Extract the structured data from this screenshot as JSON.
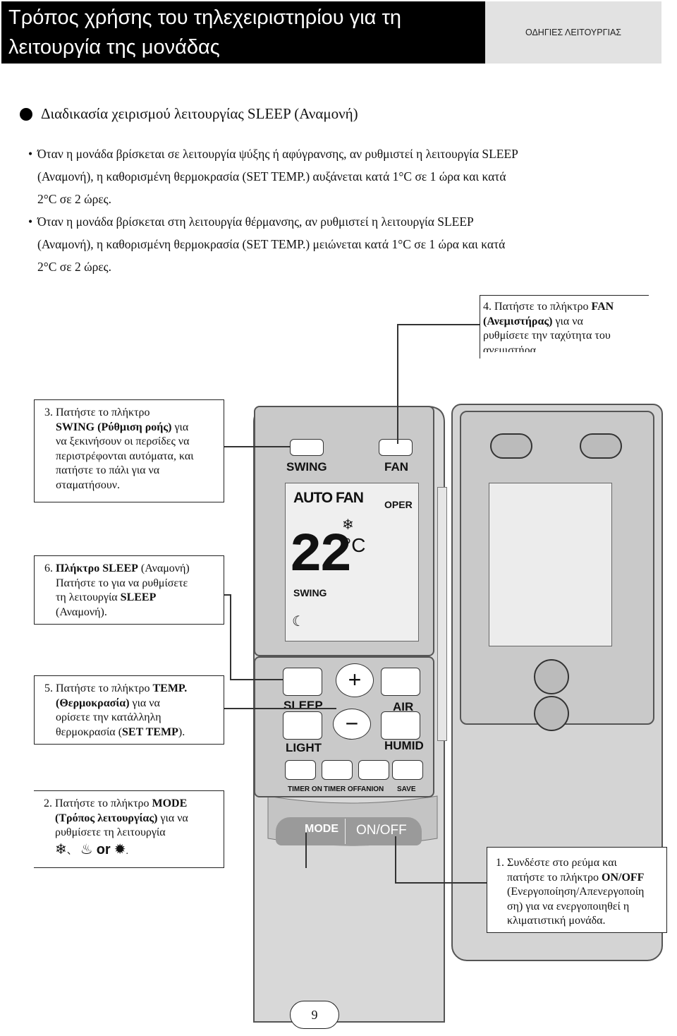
{
  "header": {
    "title_line1": "Τρόπος χρήσης του τηλεχειριστηρίου για τη",
    "title_line2": "λειτουργία της μονάδας",
    "section_tag": "ΟΔΗΓΙΕΣ ΛΕΙΤΟΥΡΓΙΑΣ"
  },
  "section": {
    "title": "Διαδικασία χειρισμού λειτουργίας SLEEP (Αναμονή)",
    "para1": [
      "Όταν η μονάδα βρίσκεται σε λειτουργία ψύξης ή αφύγρανσης, αν ρυθμιστεί η λειτουργία SLEEP",
      "(Αναμονή), η καθορισμένη θερμοκρασία (SET TEMP.) αυξάνεται κατά 1°C σε 1 ώρα και κατά",
      "2°C σε 2 ώρες."
    ],
    "para2": [
      "Όταν η μονάδα βρίσκεται στη λειτουργία θέρμανσης, αν ρυθμιστεί η λειτουργία SLEEP",
      "(Αναμονή), η καθορισμένη θερμοκρασία (SET TEMP.) μειώνεται κατά 1°C σε 1 ώρα και κατά",
      "2°C σε 2 ώρες."
    ]
  },
  "callouts": {
    "c4": {
      "num": "4.",
      "t1": "Πατήστε το πλήκτρο ",
      "b1": "FAN",
      "b2": "(Ανεμιστήρας)",
      "t2": " για να",
      "l3": "ρυθμίσετε την ταχύτητα του",
      "l4": "ανεμιστήρα."
    },
    "c3": {
      "num": "3.",
      "t1": "Πατήστε το πλήκτρο",
      "b1": "SWING (Ρύθμιση ροής)",
      "t2": " για",
      "l3": "να ξεκινήσουν οι περσίδες να",
      "l4": "περιστρέφονται αυτόματα, και",
      "l5": "πατήστε το πάλι για να",
      "l6": "σταματήσουν."
    },
    "c6": {
      "num": "6.",
      "b1": "Πλήκτρο SLEEP",
      "t1": " (Αναμονή)",
      "l2": "Πατήστε το για να ρυθμίσετε",
      "l3": "τη λειτουργία ",
      "b2": "SLEEP",
      "l4": "(Αναμονή)."
    },
    "c5": {
      "num": "5.",
      "t1": "Πατήστε το πλήκτρο ",
      "b1": "TEMP.",
      "b2": "(Θερμοκρασία)",
      "t2": " για να",
      "l3": "ορίσετε την κατάλληλη",
      "l4": "θερμοκρασία (",
      "b3": "SET TEMP",
      "l4b": ")."
    },
    "c2": {
      "num": "2.",
      "t1": "Πατήστε το πλήκτρο ",
      "b1": "MODE",
      "b2": "(Τρόπος λειτουργίας)",
      "t2": " για να",
      "l3": "ρυθμίσετε τη λειτουργία",
      "sep1": "、",
      "or": "or",
      "end": "."
    },
    "c1": {
      "num": "1.",
      "t1": "Συνδέστε στο ρεύμα και",
      "l2": "πατήστε το πλήκτρο ",
      "b1": "ON/OFF",
      "l3": "(Ενεργοποίηση/Απενεργοποίη",
      "l4": "ση) για να ενεργοποιηθεί η",
      "l5": "κλιματιστική μονάδα."
    }
  },
  "remote": {
    "swing": "SWING",
    "fan": "FAN",
    "auto_fan": "AUTO FAN",
    "oper": "OPER",
    "temp_value": "22",
    "temp_unit": "°C",
    "lcd_swing": "SWING",
    "sleep": "SLEEP",
    "air": "AIR",
    "light": "LIGHT",
    "humid": "HUMID",
    "timer_on": "TIMER ON",
    "timer_off": "TIMER OFF",
    "anion": "ANION",
    "save": "SAVE",
    "mode": "MODE",
    "on_off": "ON/OFF"
  },
  "footer": {
    "page_number": "9"
  }
}
